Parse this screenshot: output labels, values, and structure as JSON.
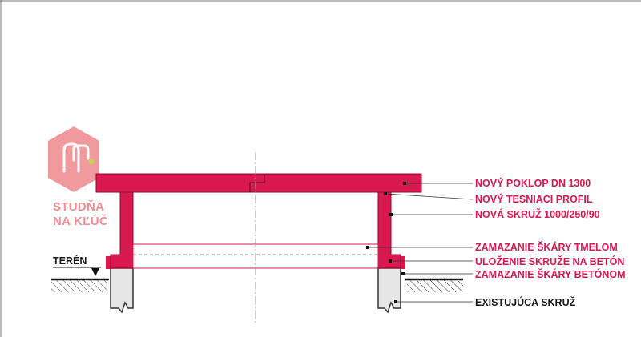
{
  "logo": {
    "line1": "STUDŇA",
    "line2": "NA KĽÚČ"
  },
  "diagram": {
    "ground_label": "TERÉN",
    "callouts": [
      "NOVÝ POKLOP DN 1300",
      "NOVÝ TESNIACI PROFIL",
      "NOVÁ SKRUŽ 1000/250/90",
      "ZAMAZANIE ŠKÁRY TMELOM",
      "ULOŽENIE SKRUŽE NA BETÓN",
      "ZAMAZANIE ŠKÁRY BETÓNOM",
      "EXISTUJÚCA SKRUŽ"
    ]
  },
  "colors": {
    "accent": "#d8184f",
    "concrete_gray": "#e6e6e6",
    "logo_pink": "#f08f93",
    "label_text": "#d8184f",
    "bottom_label_text": "#1a1a1a"
  }
}
